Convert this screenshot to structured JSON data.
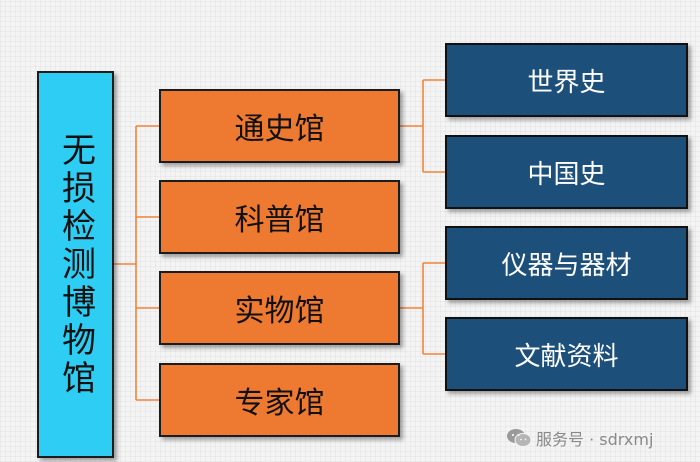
{
  "root": {
    "label": "无损检测博物馆"
  },
  "halls": [
    {
      "label": "通史馆",
      "children": [
        "世界史",
        "中国史"
      ]
    },
    {
      "label": "科普馆",
      "children": []
    },
    {
      "label": "实物馆",
      "children": [
        "仪器与器材",
        "文献资料"
      ]
    },
    {
      "label": "专家馆",
      "children": []
    }
  ],
  "colors": {
    "root_fill": "#2ecdf4",
    "hall_fill": "#ee7a32",
    "leaf_fill": "#1d4f7b",
    "connector": "#f0843c"
  },
  "watermark": {
    "icon": "wechat-icon",
    "text": "服务号 · sdrxmj"
  }
}
